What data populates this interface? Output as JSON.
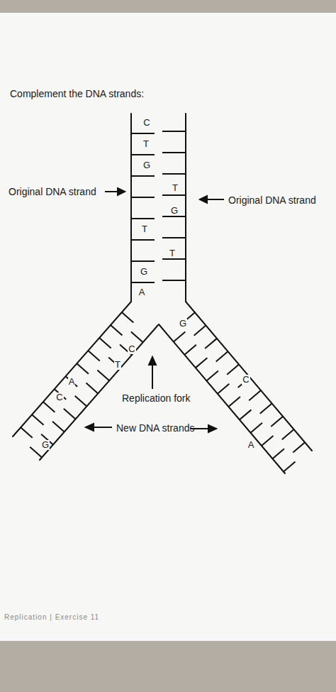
{
  "diagram": {
    "title": "Complement the DNA strands:",
    "labels": [
      "Original DNA strand",
      "Original DNA strand",
      "Replication fork",
      "New DNA strands",
      "C",
      "T",
      "G",
      "T",
      "G",
      "A",
      "T",
      "G",
      "T",
      "C",
      "T",
      "A",
      "C",
      "G",
      "G",
      "C",
      "A",
      "Replication | Exercise 11"
    ]
  }
}
